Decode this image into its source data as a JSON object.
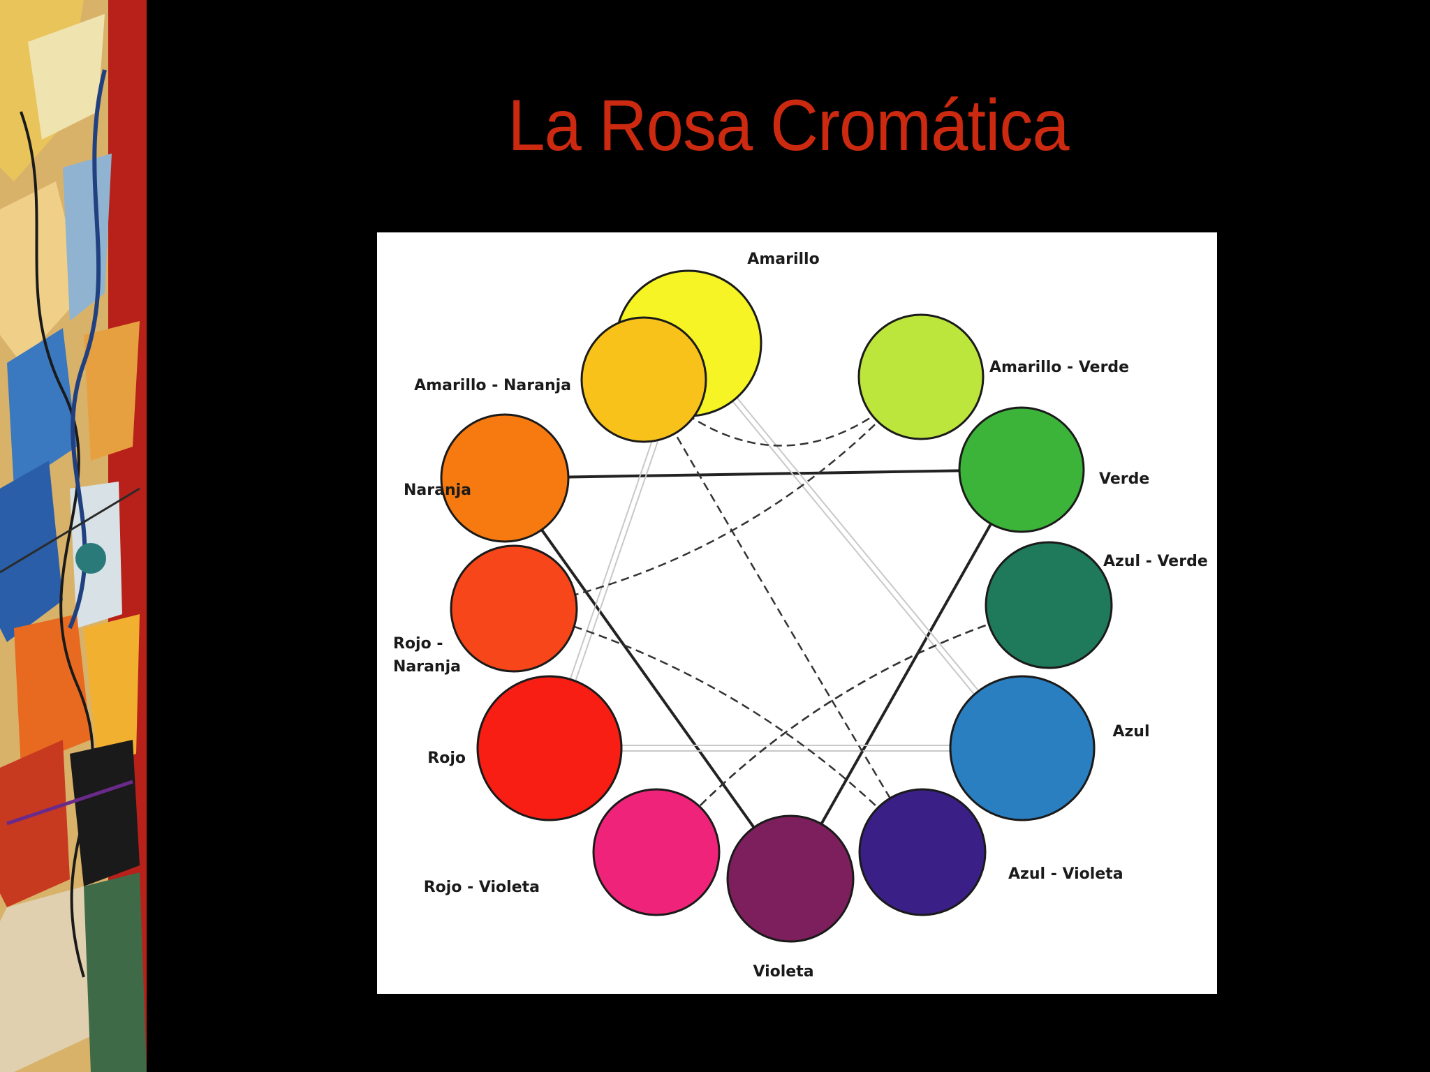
{
  "slide": {
    "title": "La Rosa Cromática",
    "title_color": "#cc2a10",
    "background_color": "#000000",
    "side_artwork": "abstract-painting-strip"
  },
  "diagram": {
    "panel_color": "#ffffff",
    "hues": [
      {
        "name": "yellow",
        "label": "Amarillo",
        "color": "#f6f424"
      },
      {
        "name": "yellow-green",
        "label": "Amarillo - Verde",
        "color": "#bde63c"
      },
      {
        "name": "green",
        "label": "Verde",
        "color": "#3cb43a"
      },
      {
        "name": "blue-green",
        "label": "Azul - Verde",
        "color": "#1e7a5a"
      },
      {
        "name": "blue",
        "label": "Azul",
        "color": "#2a7fc0"
      },
      {
        "name": "blue-violet",
        "label": "Azul - Violeta",
        "color": "#3a1f86"
      },
      {
        "name": "violet",
        "label": "Violeta",
        "color": "#7c1f5c"
      },
      {
        "name": "red-violet",
        "label": "Rojo - Violeta",
        "color": "#f0237a"
      },
      {
        "name": "red",
        "label": "Rojo",
        "color": "#f81e14"
      },
      {
        "name": "red-orange",
        "label": "Rojo - Naranja",
        "label_line1": "Rojo -",
        "label_line2": "Naranja",
        "color": "#f6461a"
      },
      {
        "name": "orange",
        "label": "Naranja",
        "color": "#f67a10"
      },
      {
        "name": "yellow-orange",
        "label": "Amarillo - Naranja",
        "color": "#f8c21a"
      }
    ]
  }
}
